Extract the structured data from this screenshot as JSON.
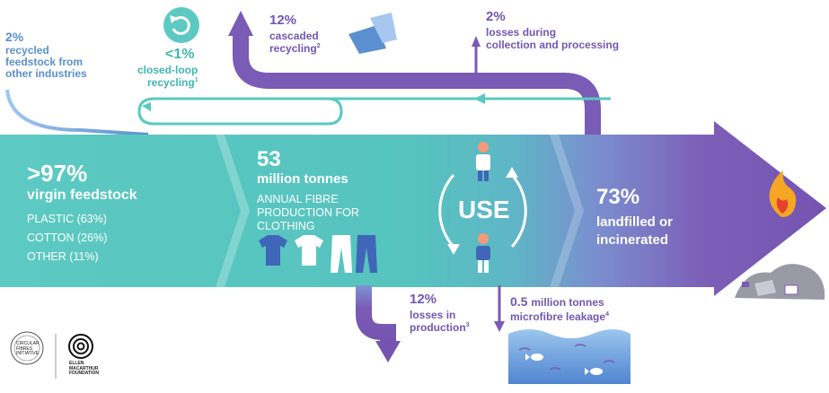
{
  "colors": {
    "teal": "#59c8c0",
    "teal_dark": "#3fb7b0",
    "purple": "#7a5bb5",
    "blue_text": "#5b8fd0",
    "flame": "#f5a623"
  },
  "recycled_feedstock": {
    "pct": "2%",
    "l1": "recycled",
    "l2": "feedstock from",
    "l3": "other industries"
  },
  "closed_loop": {
    "pct": "<1%",
    "l1": "closed-loop",
    "l2": "recycling",
    "note": "1"
  },
  "cascaded": {
    "pct": "12%",
    "l1": "cascaded",
    "l2": "recycling",
    "note": "2"
  },
  "losses_collection": {
    "pct": "2%",
    "l1": "losses during",
    "l2": "collection and processing"
  },
  "virgin": {
    "pct": ">97%",
    "label": "virgin feedstock",
    "items": [
      "PLASTIC (63%)",
      "COTTON (26%)",
      "OTHER (11%)"
    ]
  },
  "production": {
    "value": "53",
    "unit": "million tonnes",
    "l1": "ANNUAL FIBRE",
    "l2": "PRODUCTION FOR",
    "l3": "CLOTHING"
  },
  "use": {
    "label": "USE"
  },
  "landfill": {
    "pct": "73%",
    "l1": "landfilled or",
    "l2": "incinerated"
  },
  "losses_production": {
    "pct": "12%",
    "l1": "losses in",
    "l2": "production",
    "note": "3"
  },
  "microfibre": {
    "value": "0.5",
    "unit": "million tonnes",
    "label": "microfibre leakage",
    "note": "4"
  },
  "logos": {
    "cfi": {
      "l1": "CIRCULAR",
      "l2": "FIBRES",
      "l3": "INITIATIVE"
    },
    "emf": {
      "l1": "ELLEN",
      "l2": "MACARTHUR",
      "l3": "FOUNDATION"
    }
  },
  "icons": [
    "recycle-icon",
    "cloth-icon",
    "tshirt-icon",
    "trousers-icon",
    "person-icon",
    "flame-icon",
    "waste-pile-icon",
    "fish-icon"
  ]
}
